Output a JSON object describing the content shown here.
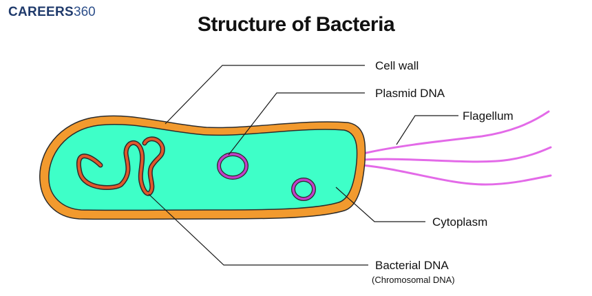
{
  "header": {
    "logo_word": "CAREERS",
    "logo_number": "360",
    "title": "Structure of Bacteria"
  },
  "labels": {
    "cell_wall": "Cell wall",
    "plasmid_dna": "Plasmid DNA",
    "flagellum": "Flagellum",
    "cytoplasm": "Cytoplasm",
    "bacterial_dna": "Bacterial DNA",
    "bacterial_dna_sub": "(Chromosomal DNA)"
  },
  "colors": {
    "cell_wall": "#f29a2e",
    "cell_outline": "#2b2b2b",
    "cytoplasm": "#3effc8",
    "chromosome": "#e0582c",
    "plasmid": "#c040c8",
    "flagella": "#e36ae8",
    "brand": "#1f3a6b"
  }
}
